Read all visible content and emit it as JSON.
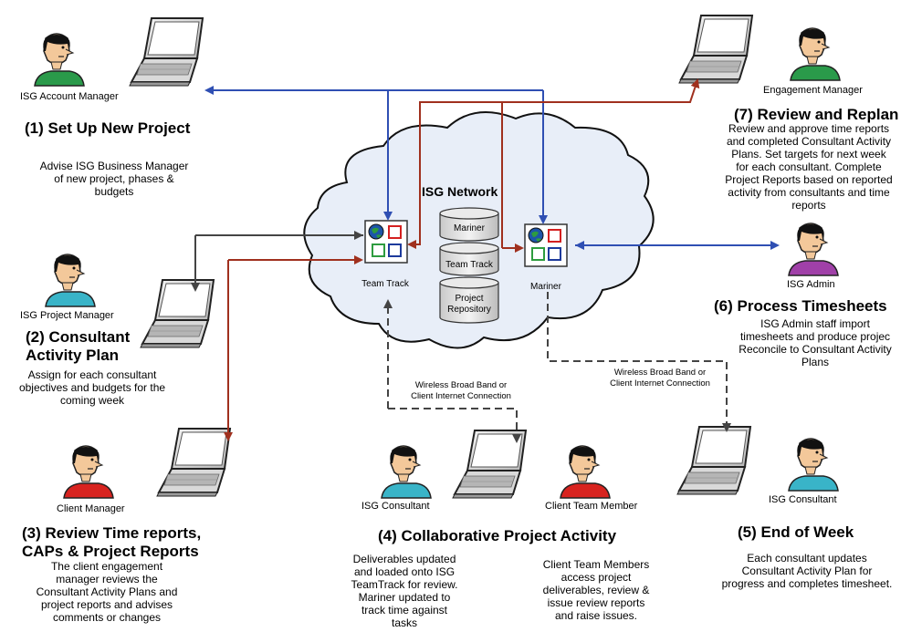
{
  "network": {
    "title": "ISG Network",
    "teamtrack_label": "Team Track",
    "mariner_label": "Mariner",
    "db_mariner": "Mariner",
    "db_teamtrack": "Team Track",
    "db_repository": "Project\nRepository"
  },
  "connections": {
    "left": "Wireless Broad Band or\nClient Internet Connection",
    "right": "Wireless Broad Band or\nClient Internet Connection"
  },
  "roles": {
    "account_manager": "ISG Account Manager",
    "project_manager": "ISG Project Manager",
    "client_manager": "Client Manager",
    "consultant_4": "ISG Consultant",
    "client_team_member": "Client Team Member",
    "consultant_5": "ISG Consultant",
    "admin": "ISG Admin",
    "engagement_manager": "Engagement Manager"
  },
  "steps": {
    "s1_title": "(1) Set Up New Project",
    "s1_desc": "Advise ISG Business Manager\nof new project, phases &\nbudgets",
    "s2_title": "(2) Consultant\nActivity Plan",
    "s2_desc": "Assign for each consultant\nobjectives and budgets for the\ncoming week",
    "s3_title": "(3) Review Time reports,\nCAPs & Project Reports",
    "s3_desc": "The client engagement\nmanager reviews the\nConsultant Activity Plans and\nproject reports and advises\ncomments or changes",
    "s4_title": "(4) Collaborative Project Activity",
    "s4_desc_left": "Deliverables updated\nand loaded onto ISG\nTeamTrack for review.\nMariner updated to\ntrack time against\ntasks",
    "s4_desc_right": "Client Team Members\naccess project\ndeliverables, review &\nissue review reports\nand raise issues.",
    "s5_title": "(5) End of Week",
    "s5_desc": "Each consultant updates\nConsultant Activity Plan for\nprogress and completes timesheet.",
    "s6_title": "(6) Process Timesheets",
    "s6_desc": "ISG Admin staff import\ntimesheets and produce projec\nReconcile to Consultant Activity\nPlans",
    "s7_title": "(7) Review and Replan",
    "s7_desc": "Review and approve time reports\nand completed Consultant Activity\nPlans.  Set targets for next week\nfor each consultant.  Complete\nProject Reports based on reported\nactivity from consultants and time\nreports"
  },
  "colors": {
    "blue_arrow": "#2f4fb3",
    "red_arrow": "#a0301e",
    "gray_arrow": "#444444",
    "cloud_fill": "#e8eef8",
    "shirt_green": "#2a9a4a",
    "shirt_cyan": "#39b4c8",
    "shirt_red": "#d8231f",
    "shirt_purple": "#a040a8"
  }
}
